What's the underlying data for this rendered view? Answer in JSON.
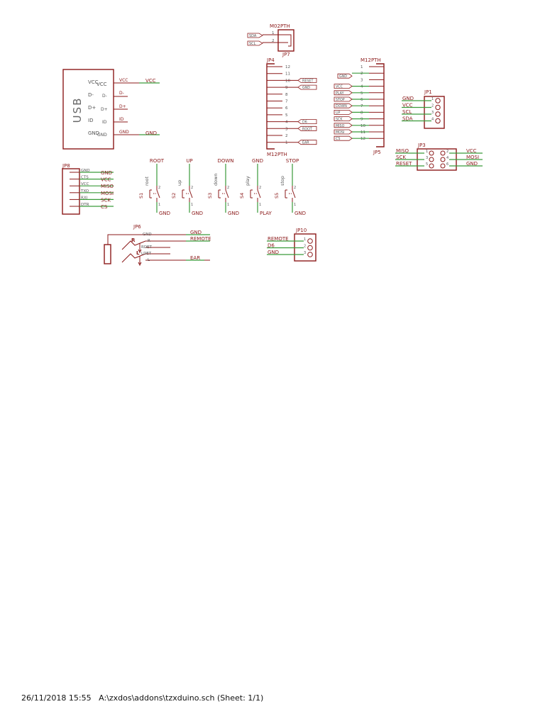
{
  "usb": {
    "title": "USB",
    "pins": [
      {
        "name": "VCC",
        "inner": "VCC",
        "net": "VCC",
        "wire": "VCC"
      },
      {
        "name": "D-",
        "inner": "D-",
        "net": "D-",
        "wire": ""
      },
      {
        "name": "D+",
        "inner": "D+",
        "net": "D+",
        "wire": ""
      },
      {
        "name": "ID",
        "inner": "ID",
        "net": "ID",
        "wire": ""
      },
      {
        "name": "GND",
        "inner": "GND",
        "net": "GND",
        "wire": "GND"
      }
    ]
  },
  "jp7": {
    "name": "M02PTH",
    "ref": "JP7",
    "pins": [
      "1",
      "2"
    ],
    "flags": [
      "SDA",
      "SCL"
    ]
  },
  "jp4": {
    "name": "JP4",
    "ref": "M12PTH",
    "pins": [
      "12",
      "11",
      "10",
      "9",
      "8",
      "7",
      "6",
      "5",
      "4",
      "3",
      "2",
      "1"
    ],
    "flags": [
      {
        "pin": "10",
        "label": "RESET"
      },
      {
        "pin": "9",
        "label": "GND"
      },
      {
        "pin": "4",
        "label": "D6"
      },
      {
        "pin": "3",
        "label": "ROOT"
      },
      {
        "pin": "1",
        "label": "EAR"
      }
    ]
  },
  "jp5": {
    "name": "M12PTH",
    "ref": "JP5",
    "pins": [
      "1",
      "2",
      "3",
      "4",
      "5",
      "6",
      "7",
      "8",
      "9",
      "10",
      "11",
      "12"
    ],
    "flags": [
      {
        "pin": "2",
        "label": "GND"
      },
      {
        "pin": "4",
        "label": "VCC"
      },
      {
        "pin": "5",
        "label": "PLAY"
      },
      {
        "pin": "6",
        "label": "STOP"
      },
      {
        "pin": "7",
        "label": "DOWN"
      },
      {
        "pin": "8",
        "label": "UP"
      },
      {
        "pin": "9",
        "label": "SCK"
      },
      {
        "pin": "10",
        "label": "MISO"
      },
      {
        "pin": "11",
        "label": "MOSI"
      },
      {
        "pin": "12",
        "label": "CS"
      }
    ]
  },
  "jp1": {
    "ref": "JP1",
    "pins": [
      "1",
      "2",
      "3",
      "4"
    ],
    "nets": [
      "GND",
      "VCC",
      "SCL",
      "SDA"
    ]
  },
  "jp3": {
    "ref": "JP3",
    "left": [
      {
        "pin": "1",
        "net": "MISO"
      },
      {
        "pin": "3",
        "net": "SCK"
      },
      {
        "pin": "5",
        "net": "RESET"
      }
    ],
    "right": [
      {
        "pin": "2",
        "net": "VCC"
      },
      {
        "pin": "4",
        "net": "MOSI"
      },
      {
        "pin": "6",
        "net": "GND"
      }
    ]
  },
  "jp8": {
    "ref": "JP8",
    "pins": [
      "GND",
      "CTS",
      "VCC",
      "TXO",
      "RXI",
      "DTR"
    ],
    "nets": [
      "GND",
      "VCC",
      "MISO",
      "MOSI",
      "SCK",
      "CS"
    ]
  },
  "switches": [
    {
      "ref": "S1",
      "value": "root",
      "top": "ROOT",
      "bottom": "GND"
    },
    {
      "ref": "S2",
      "value": "up",
      "top": "UP",
      "bottom": "GND"
    },
    {
      "ref": "S3",
      "value": "down",
      "top": "DOWN",
      "bottom": "GND"
    },
    {
      "ref": "S4",
      "value": "play",
      "top": "GND",
      "bottom": "PLAY"
    },
    {
      "ref": "S5",
      "value": "stop",
      "top": "STOP",
      "bottom": "GND"
    }
  ],
  "switch_pins": [
    "2",
    "1"
  ],
  "jp6": {
    "ref": "JP6",
    "letters": [
      "R",
      "L"
    ],
    "pins": [
      "GND",
      "R",
      "RDET",
      "LDET",
      "L"
    ],
    "nets": [
      "GND",
      "REMOTE",
      "",
      "",
      "EAR"
    ]
  },
  "jp10": {
    "ref": "JP10",
    "pins": [
      "1",
      "2",
      "3"
    ],
    "nets": [
      "REMOTE",
      "D6",
      "GND"
    ]
  },
  "footer": {
    "datetime": "26/11/2018 15:55",
    "path": "A:\\zxdos\\addons\\tzxduino.sch",
    "sheet": "(Sheet: 1/1)"
  }
}
